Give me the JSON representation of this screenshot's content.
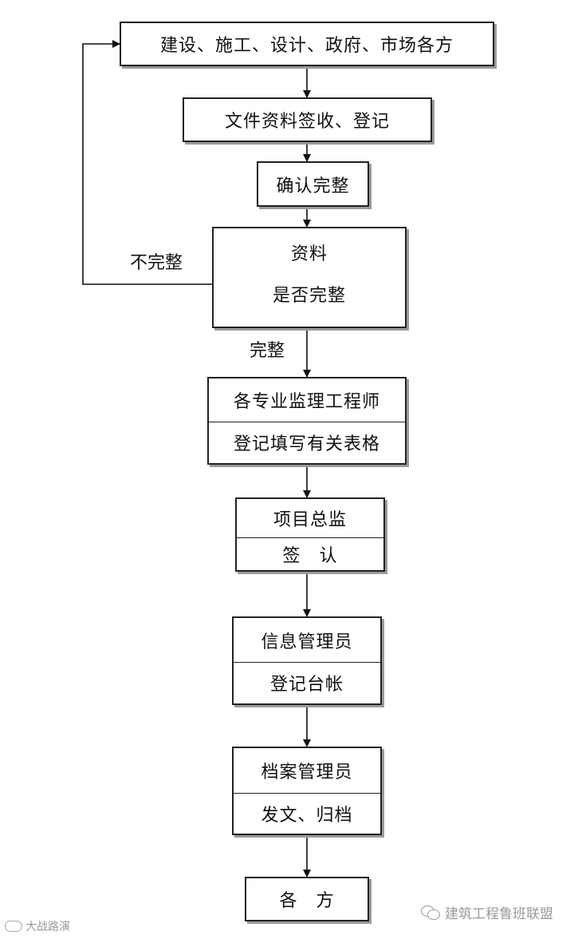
{
  "nodes": {
    "parties": "建设、施工、设计、政府、市场各方",
    "receive": "文件资料签收、登记",
    "confirm": "确认完整",
    "check_line1": "资料",
    "check_line2": "是否完整",
    "engineers_line1": "各专业监理工程师",
    "engineers_line2": "登记填写有关表格",
    "director_line1": "项目总监",
    "director_line2": "签　认",
    "info_line1": "信息管理员",
    "info_line2": "登记台帐",
    "archive_line1": "档案管理员",
    "archive_line2": "发文、归档",
    "final": "各　方"
  },
  "edge_labels": {
    "incomplete": "不完整",
    "complete": "完整"
  },
  "watermarks": {
    "left": "大战路演",
    "right": "建筑工程鲁班联盟"
  }
}
